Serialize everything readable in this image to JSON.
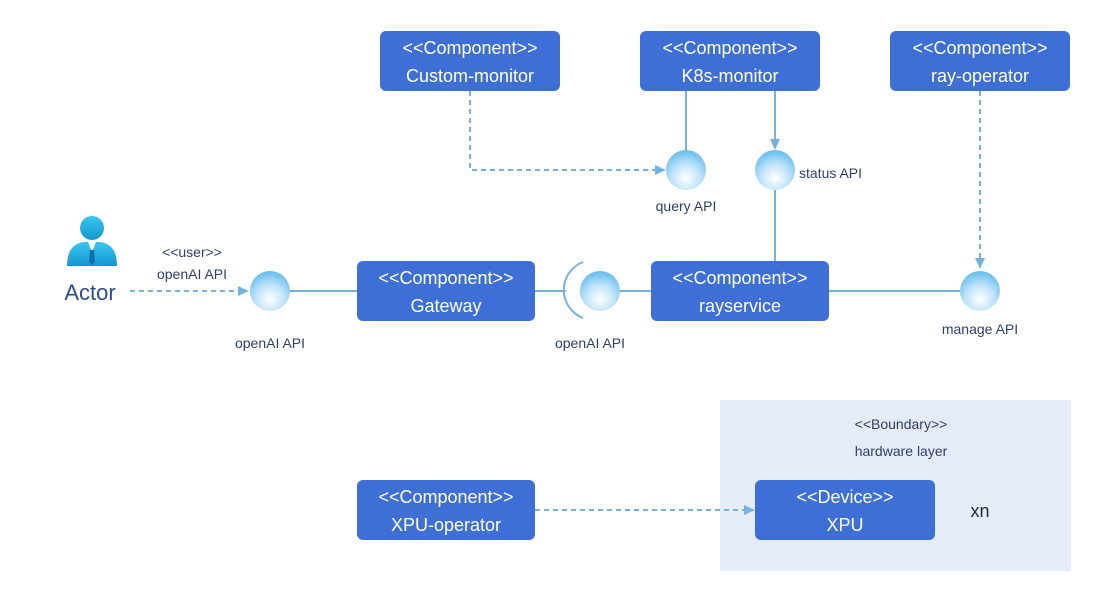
{
  "colors": {
    "component_fill": "#3d6fd6",
    "connector": "#74b3e0",
    "boundary_fill": "#e6ebf8",
    "label_text": "#2f3f6e",
    "actor_icon": "#19aede"
  },
  "actor": {
    "label": "Actor",
    "icon": "actor-person-icon",
    "link_stereotype": "<<user>>",
    "link_label": "openAI API"
  },
  "components": {
    "custom_monitor": {
      "stereotype": "<<Component>>",
      "name": "Custom-monitor"
    },
    "k8s_monitor": {
      "stereotype": "<<Component>>",
      "name": "K8s-monitor"
    },
    "ray_operator": {
      "stereotype": "<<Component>>",
      "name": "ray-operator"
    },
    "gateway": {
      "stereotype": "<<Component>>",
      "name": "Gateway"
    },
    "rayservice": {
      "stereotype": "<<Component>>",
      "name": "rayservice"
    },
    "xpu_operator": {
      "stereotype": "<<Component>>",
      "name": "XPU-operator"
    }
  },
  "interfaces": {
    "gateway_openai": "openAI API",
    "rayservice_openai": "openAI API",
    "query_api": "query API",
    "status_api": "status API",
    "manage_api": "manage API"
  },
  "boundary": {
    "stereotype": "<<Boundary>>",
    "name": "hardware layer",
    "device": {
      "stereotype": "<<Device>>",
      "name": "XPU"
    },
    "multiplicity": "xn"
  }
}
